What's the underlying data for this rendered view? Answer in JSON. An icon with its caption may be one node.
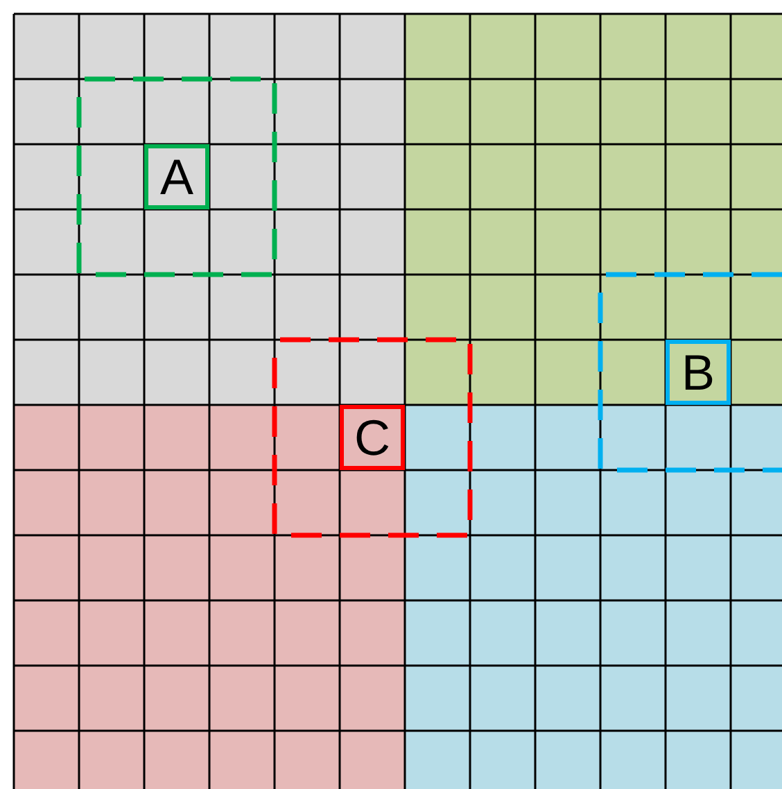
{
  "diagram": {
    "nodes": [
      {
        "text": [],
        "shape": "box"
      },
      {
        "text": [
          "A"
        ],
        "in": 0
      },
      {
        "text": [],
        "shape": "box"
      },
      {
        "text": [
          "B"
        ],
        "in": 2
      },
      {
        "text": [],
        "shape": "box"
      },
      {
        "text": [
          "C"
        ],
        "in": 4
      }
    ]
  }
}
